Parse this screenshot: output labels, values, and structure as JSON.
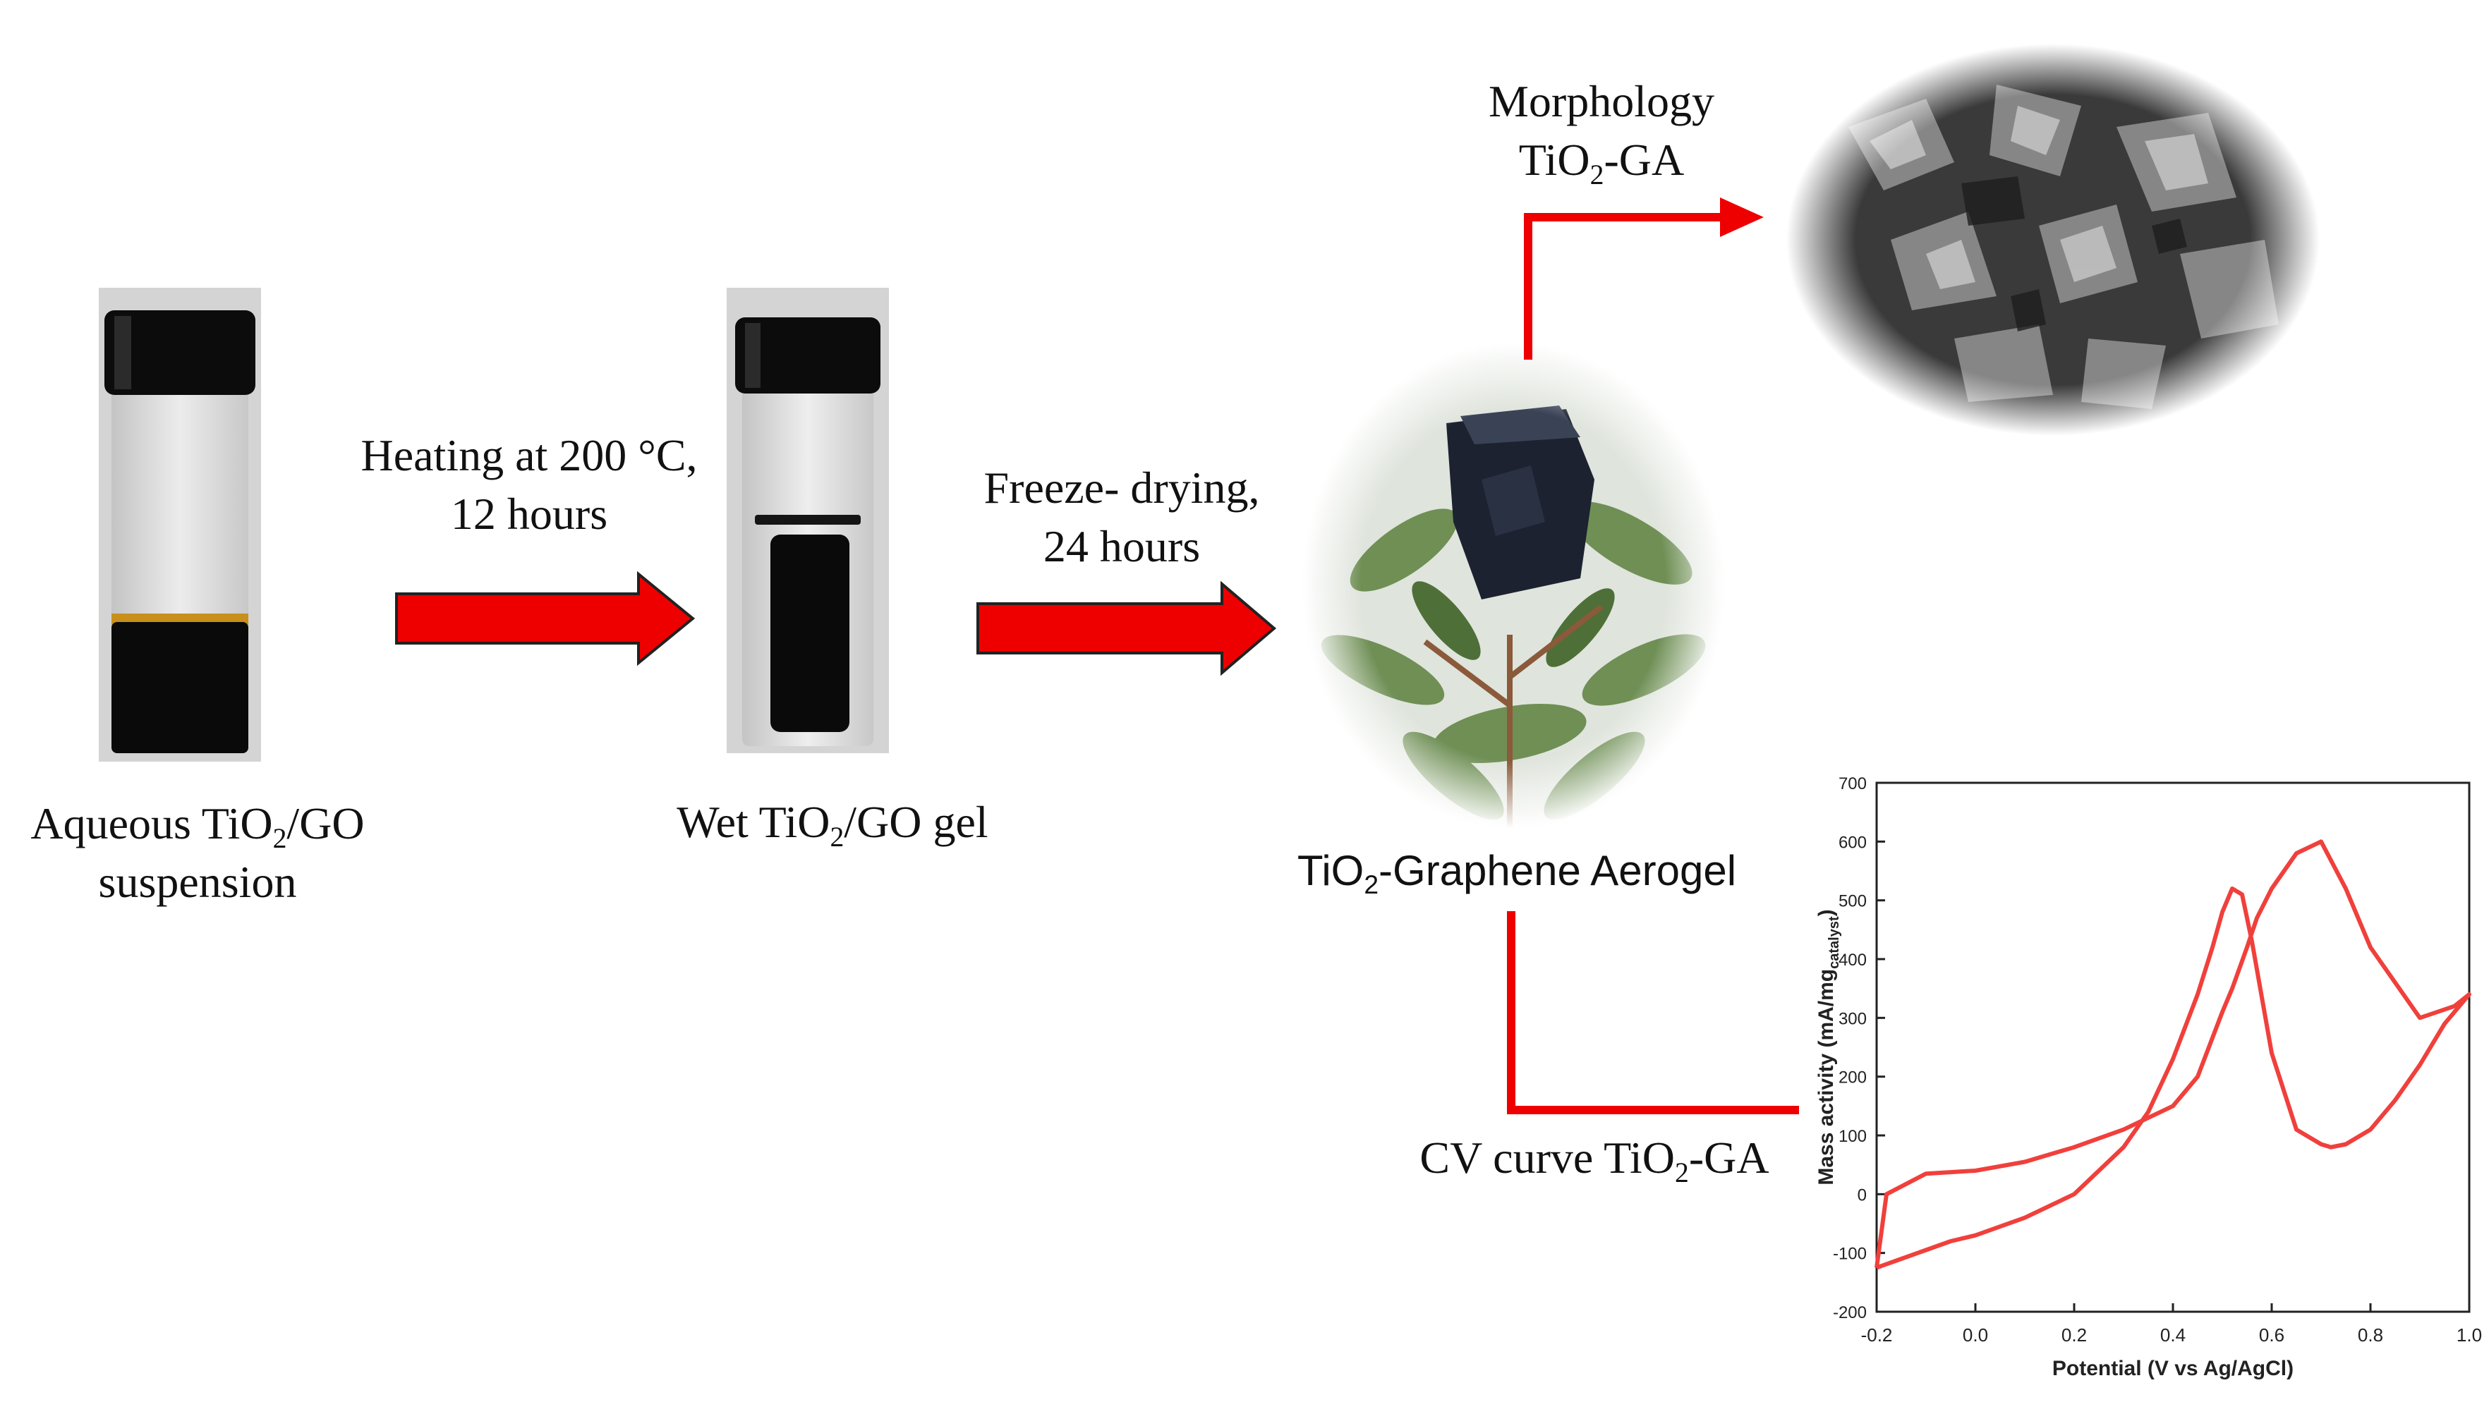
{
  "colors": {
    "arrow": "#ee0000",
    "cv_curve": "#f0403c",
    "ink": "#111111",
    "vial_black": "#0a0a0a",
    "suspension_band": "#c8901a"
  },
  "steps": {
    "suspension": {
      "label_pre": "Aqueous TiO",
      "label_sub": "2",
      "label_post": "/GO",
      "label_line2": "suspension"
    },
    "heating": {
      "line1": "Heating at 200 °C,",
      "line2": "12 hours"
    },
    "wet_gel": {
      "label_pre": "Wet TiO",
      "label_sub": "2",
      "label_post": "/GO gel"
    },
    "freeze": {
      "line1": "Freeze- drying,",
      "line2": "24 hours"
    },
    "aerogel": {
      "label_pre": "TiO",
      "label_sub": "2",
      "label_post": "-Graphene Aerogel"
    },
    "morphology": {
      "line1": "Morphology",
      "line2_pre": "TiO",
      "line2_sub": "2",
      "line2_post": "-GA"
    },
    "cv": {
      "label_pre": "CV curve TiO",
      "label_sub": "2",
      "label_post": "-GA"
    }
  },
  "chart_data": {
    "type": "line",
    "title": "",
    "xlabel": "Potential (V vs Ag/AgCl)",
    "ylabel_pre": "Mass activity (mA/mg",
    "ylabel_sub": "catalyst",
    "ylabel_post": ")",
    "xlim": [
      -0.2,
      1.0
    ],
    "ylim": [
      -200,
      700
    ],
    "x_ticks": [
      "-0.2",
      "0.0",
      "0.2",
      "0.4",
      "0.6",
      "0.8",
      "1.0"
    ],
    "y_ticks": [
      "-200",
      "-100",
      "0",
      "100",
      "200",
      "300",
      "400",
      "500",
      "600",
      "700"
    ],
    "grid": false,
    "series": [
      {
        "x": [
          -0.2,
          -0.15,
          -0.1,
          -0.05,
          0.0,
          0.1,
          0.2,
          0.3,
          0.35,
          0.4,
          0.45,
          0.48,
          0.5,
          0.52,
          0.54,
          0.56,
          0.6,
          0.65,
          0.7,
          0.72,
          0.75,
          0.8,
          0.85,
          0.9,
          0.95,
          1.0,
          0.97,
          0.9,
          0.8,
          0.75,
          0.7,
          0.65,
          0.6,
          0.57,
          0.55,
          0.52,
          0.5,
          0.45,
          0.4,
          0.3,
          0.2,
          0.1,
          0.0,
          -0.1,
          -0.18,
          -0.2
        ],
        "y": [
          -125,
          -110,
          -95,
          -80,
          -70,
          -40,
          0,
          80,
          140,
          230,
          340,
          420,
          480,
          520,
          510,
          430,
          240,
          110,
          85,
          80,
          85,
          110,
          160,
          220,
          290,
          340,
          320,
          300,
          420,
          520,
          600,
          580,
          520,
          470,
          420,
          350,
          310,
          200,
          150,
          110,
          80,
          55,
          40,
          35,
          0,
          -125
        ]
      }
    ]
  }
}
